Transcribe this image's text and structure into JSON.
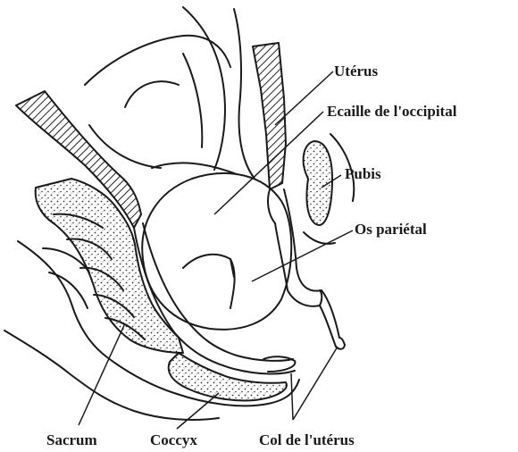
{
  "labels": {
    "uterus": "Utérus",
    "occipital": "Ecaille de l'occipital",
    "pubis": "Pubis",
    "parietal": "Os pariétal",
    "sacrum": "Sacrum",
    "coccyx": "Coccyx",
    "cervix": "Col de l'utérus"
  }
}
